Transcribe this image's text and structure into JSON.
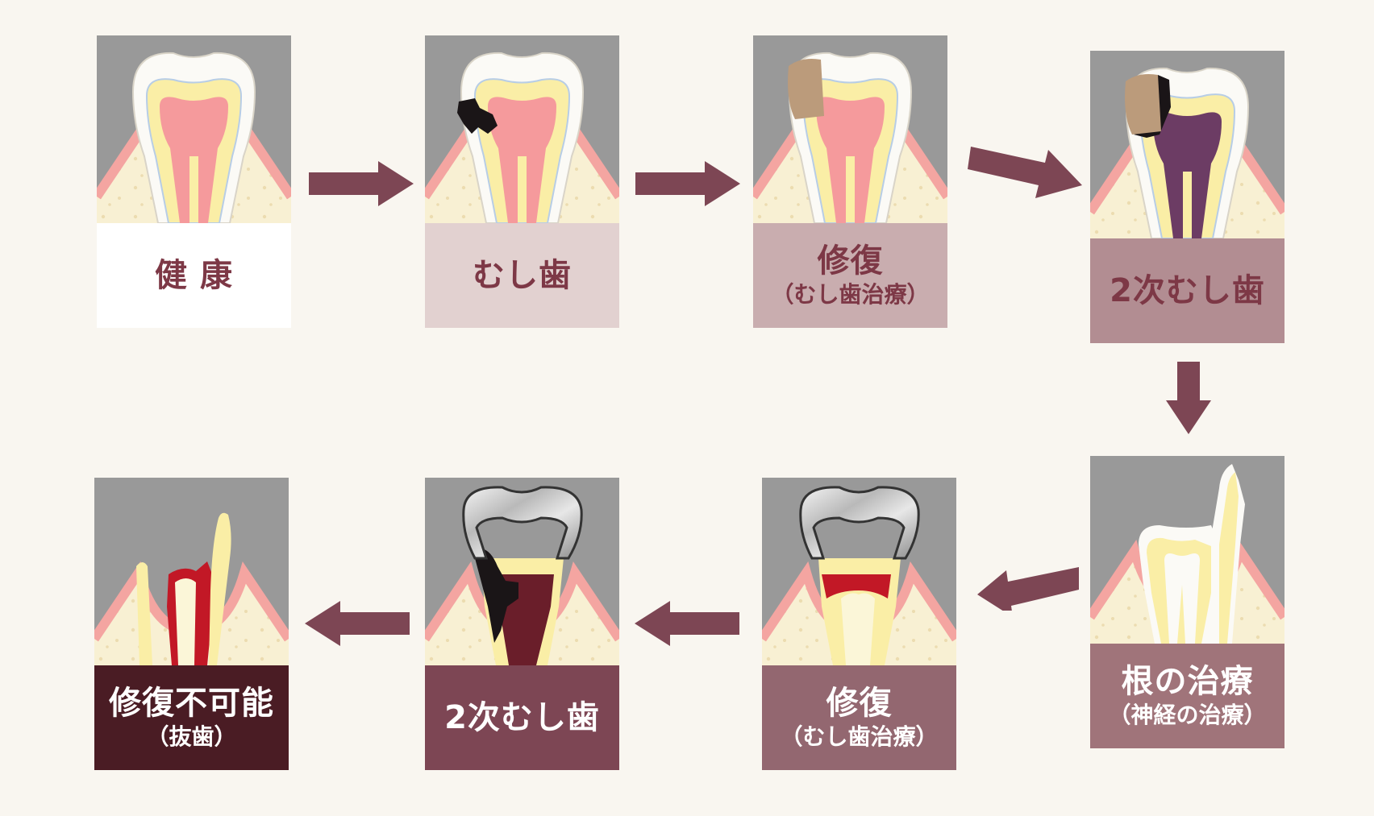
{
  "colors": {
    "background": "#f9f6f0",
    "arrow": "#7d4654",
    "enamel": "#fbfaf6",
    "dentin": "#faeea6",
    "pulp": "#f59a9c",
    "gum": "#f4a5a1",
    "bone": "#f8f0d3",
    "decay": "#1a1517",
    "filling": "#bb9b7b",
    "infected_pulp": "#6c3c64",
    "root_filling": "#c21826"
  },
  "stages": [
    {
      "id": "healthy",
      "title": "健 康",
      "subtitle": "",
      "label_bg": "#ffffff",
      "label_color": "#7d3846",
      "illustration": "healthy-tooth-icon"
    },
    {
      "id": "caries",
      "title": "むし歯",
      "subtitle": "",
      "label_bg": "#e2d1d0",
      "label_color": "#7d3846",
      "illustration": "decayed-tooth-icon"
    },
    {
      "id": "repair",
      "title": "修復",
      "subtitle": "（むし歯治療）",
      "label_bg": "#c9adaf",
      "label_color": "#7d3846",
      "illustration": "filled-tooth-icon"
    },
    {
      "id": "secondary-caries",
      "title": "2次むし歯",
      "subtitle": "",
      "label_bg": "#b28d92",
      "label_color": "#7d3846",
      "illustration": "secondary-decay-tooth-icon"
    },
    {
      "id": "root-treatment",
      "title": "根の治療",
      "subtitle": "（神経の治療）",
      "label_bg": "#a0747a",
      "label_color": "#ffffff",
      "illustration": "root-canal-tooth-icon"
    },
    {
      "id": "repair-crown",
      "title": "修復",
      "subtitle": "（むし歯治療）",
      "label_bg": "#936770",
      "label_color": "#ffffff",
      "illustration": "crowned-tooth-icon"
    },
    {
      "id": "secondary-caries-crown",
      "title": "2次むし歯",
      "subtitle": "",
      "label_bg": "#7d4654",
      "label_color": "#ffffff",
      "illustration": "crown-decay-tooth-icon"
    },
    {
      "id": "extraction",
      "title": "修復不可能",
      "subtitle": "（抜歯）",
      "label_bg": "#4a1c24",
      "label_color": "#ffffff",
      "illustration": "fractured-tooth-icon"
    }
  ]
}
